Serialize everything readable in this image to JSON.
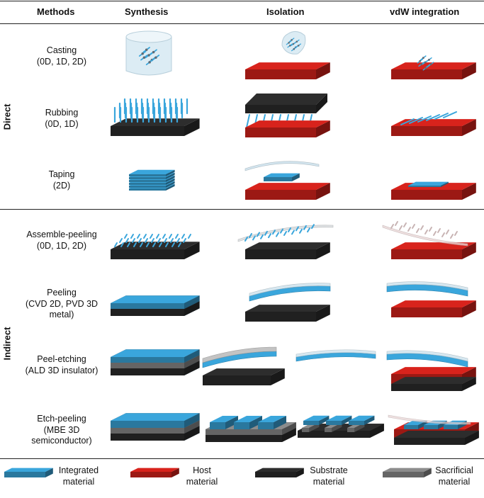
{
  "headers": {
    "methods": "Methods",
    "synthesis": "Synthesis",
    "isolation": "Isolation",
    "vdw": "vdW integration"
  },
  "groups": {
    "direct": "Direct",
    "indirect": "Indirect"
  },
  "rows": [
    {
      "name": [
        "Casting",
        "(0D, 1D, 2D)"
      ]
    },
    {
      "name": [
        "Rubbing",
        "(0D, 1D)"
      ]
    },
    {
      "name": [
        "Taping",
        "(2D)"
      ]
    },
    {
      "name": [
        "Assemble-peeling",
        "(0D, 1D, 2D)"
      ]
    },
    {
      "name": [
        "Peeling",
        "(CVD 2D, PVD 3D",
        "metal)"
      ]
    },
    {
      "name": [
        "Peel-etching",
        "(ALD 3D insulator)"
      ]
    },
    {
      "name": [
        "Etch-peeling",
        "(MBE 3D",
        "semiconductor)"
      ]
    }
  ],
  "legend": [
    {
      "lines": [
        "Integrated",
        "material"
      ],
      "color": "#3aa6dc"
    },
    {
      "lines": [
        "Host",
        "material"
      ],
      "color": "#d8231c"
    },
    {
      "lines": [
        "Substrate",
        "material"
      ],
      "color": "#2d2d2d"
    },
    {
      "lines": [
        "Sacrificial",
        "material"
      ],
      "color": "#8c8c8c"
    }
  ],
  "colors": {
    "integrated": "#3aa6dc",
    "host": "#d8231c",
    "substrate": "#2d2d2d",
    "sacrificial": "#8c8c8c",
    "liquid": "#dcecf4"
  }
}
